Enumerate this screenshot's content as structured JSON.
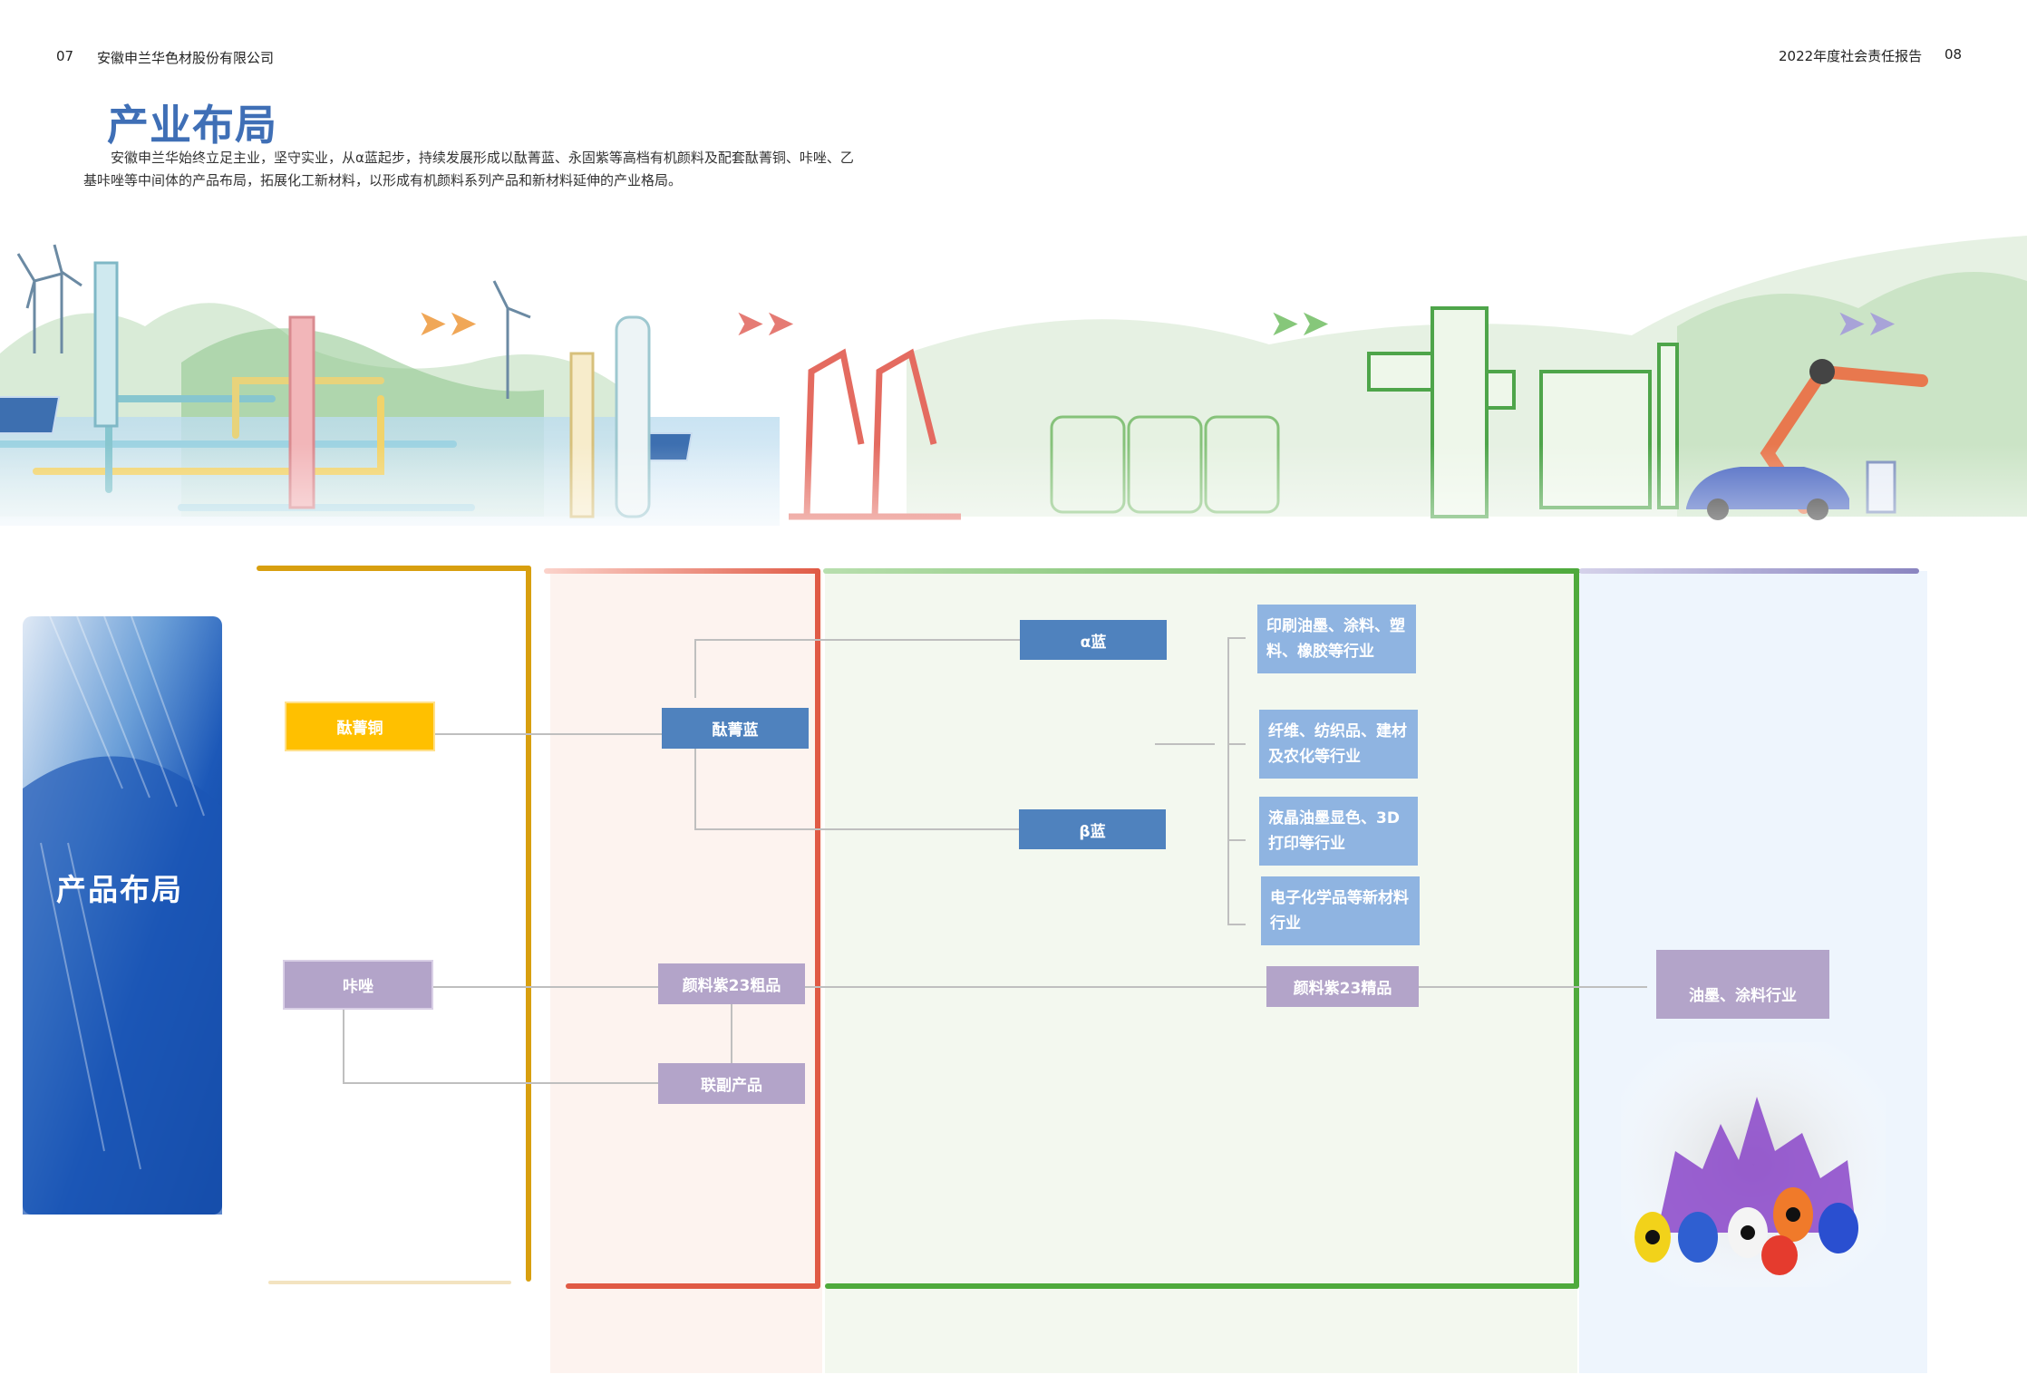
{
  "header": {
    "left_page": "07",
    "company": "安徽申兰华色材股份有限公司",
    "report": "2022年度社会责任报告",
    "right_page": "08"
  },
  "title": "产业布局",
  "intro": {
    "line1": "安徽申兰华始终立足主业，坚守实业，从α蓝起步，持续发展形成以酞菁蓝、永固紫等高档有机颜料及配套酞菁铜、咔唑、乙",
    "line2": "基咔唑等中间体的产品布局，拓展化工新材料，以形成有机颜料系列产品和新材料延伸的产业格局。"
  },
  "side_panel": {
    "label": "产品布局"
  },
  "flow": {
    "intermediates": {
      "ptc_cu": "酞菁铜",
      "carbazole": "咔唑"
    },
    "crude": {
      "ptc_blue": "酞菁蓝",
      "violet23_crude": "颜料紫23粗品",
      "byproduct": "联副产品"
    },
    "products": {
      "alpha_blue": "α蓝",
      "beta_blue": "β蓝",
      "violet23_fine": "颜料紫23精品"
    },
    "applications": {
      "app1": "印刷油墨、涂料、塑料、橡胶等行业",
      "app2": "纤维、纺织品、建材及农化等行业",
      "app3": "液晶油墨显色、3D打印等行业",
      "app4": "电子化学品等新材料行业",
      "app5": "油墨、涂料行业"
    }
  },
  "colors": {
    "accent_blue": "#4f82be",
    "light_blue": "#8fb4e1",
    "purple": "#b3a4c9",
    "yellow": "#ffc000",
    "col1_border": "#d89f0f",
    "col2_border": "#e05a45",
    "col3_border": "#4eaa3c",
    "col4_border": "#8a85c0"
  }
}
